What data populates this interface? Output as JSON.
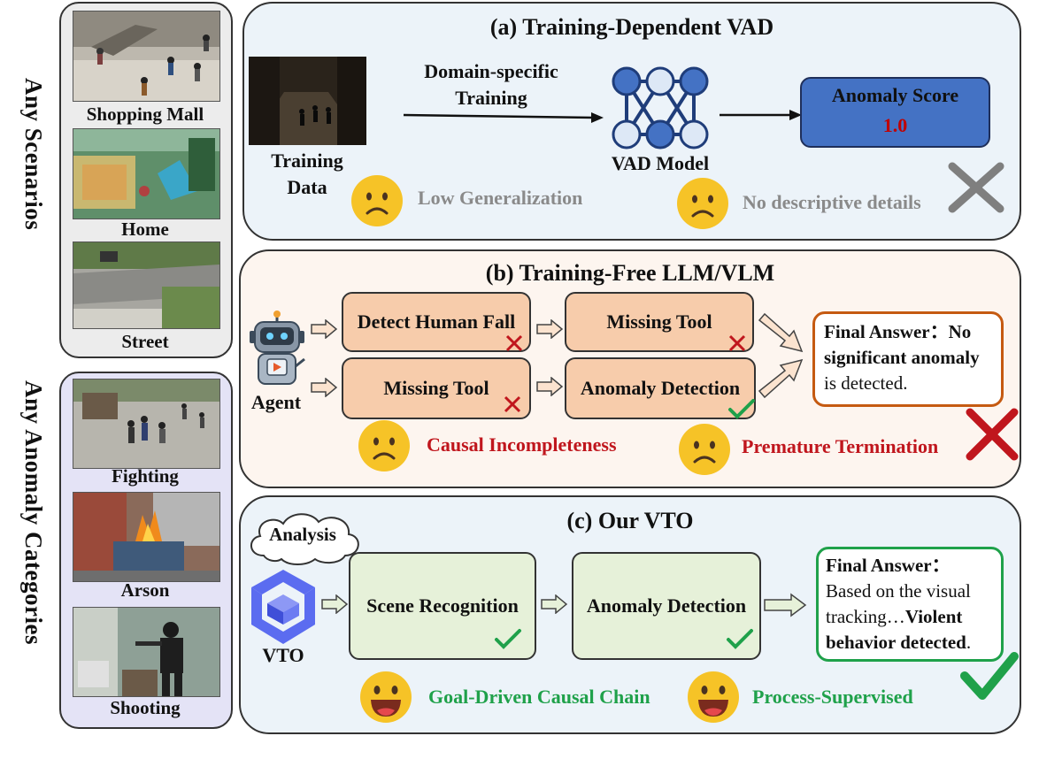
{
  "sidebar": {
    "scenarios_label": "Any Scenarios",
    "categories_label": "Any Anomaly Categories",
    "scenarios": [
      {
        "name": "Shopping Mall"
      },
      {
        "name": "Home"
      },
      {
        "name": "Street"
      }
    ],
    "categories": [
      {
        "name": "Fighting"
      },
      {
        "name": "Arson"
      },
      {
        "name": "Shooting"
      }
    ]
  },
  "panel_a": {
    "title": "(a) Training-Dependent VAD",
    "training_data_label": "Training\nData",
    "arrow_label": "Domain-specific\nTraining",
    "model_label": "VAD Model",
    "score_title": "Anomaly Score",
    "score_value": "1.0",
    "issue_1": "Low Generalization",
    "issue_2": "No descriptive details"
  },
  "panel_b": {
    "title": "(b) Training-Free LLM/VLM",
    "agent_label": "Agent",
    "row1_box1": "Detect Human Fall",
    "row1_box2": "Missing Tool",
    "row2_box1": "Missing Tool",
    "row2_box2": "Anomaly Detection",
    "final_prefix": "Final Answer：",
    "final_bold": "No significant anomaly",
    "final_rest": "is detected.",
    "issue_1": "Causal Incompleteness",
    "issue_2": "Premature Termination"
  },
  "panel_c": {
    "title": "(c) Our VTO",
    "thought_label": "Analysis",
    "vto_label": "VTO",
    "box1": "Scene Recognition",
    "box2": "Anomaly Detection",
    "final_prefix": "Final Answer：",
    "final_text": "Based on the visual tracking…",
    "final_bold": "Violent behavior detected",
    "final_end": ".",
    "benefit_1": "Goal-Driven Causal Chain",
    "benefit_2": "Process-Supervised"
  },
  "colors": {
    "panel_a_bg": "#ecf3f9",
    "panel_b_bg": "#fdf5ef",
    "panel_c_bg": "#ecf3f9",
    "side_top_bg": "#ececec",
    "side_bottom_bg": "#e4e3f6",
    "score_box": "#4472c4",
    "score_value": "#c00000",
    "red": "#c0161d",
    "green": "#1fa14a",
    "orange_border": "#c55a11",
    "vto_blue": "#5b6cf0",
    "emoji_yellow": "#f6c327"
  },
  "icons": [
    "neural-network-icon",
    "sad-face-icon",
    "happy-face-icon",
    "robot-icon",
    "cross-icon",
    "check-icon",
    "vto-logo-icon",
    "thought-bubble-icon",
    "arrow-icon"
  ]
}
